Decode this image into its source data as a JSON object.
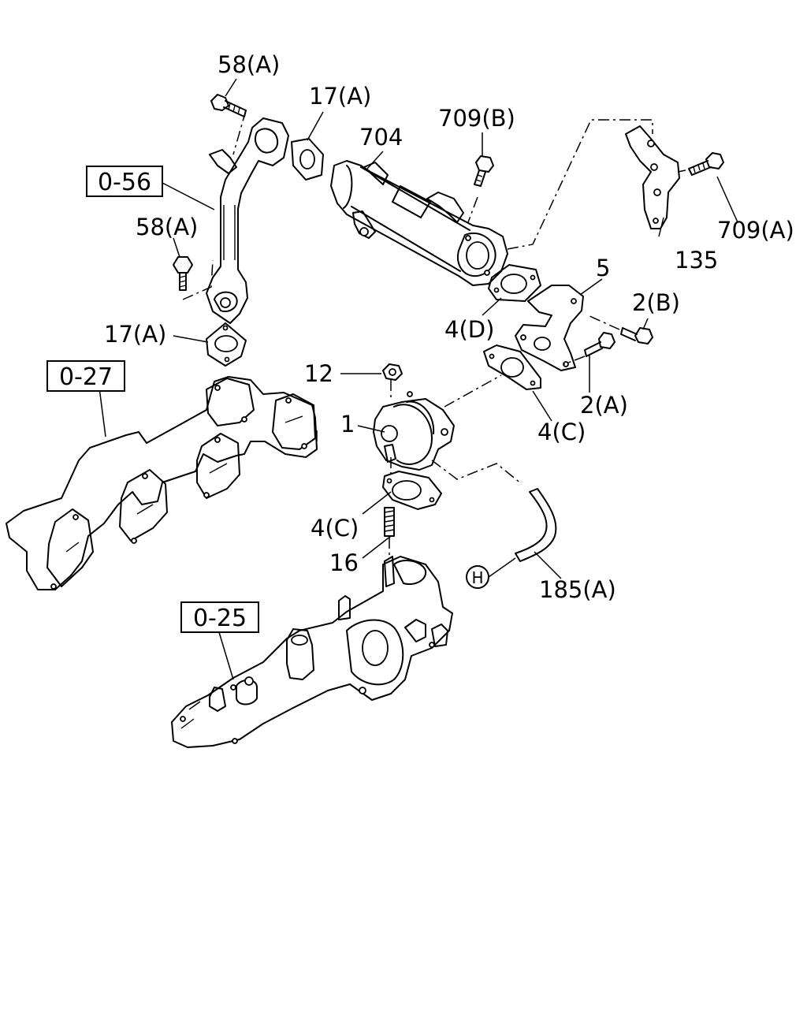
{
  "labels": {
    "bolt_58a_top": "58(A)",
    "gasket_17a_top": "17(A)",
    "cooler_704": "704",
    "bolt_709b": "709(B)",
    "ref_056": "0-56",
    "bolt_58a_left": "58(A)",
    "bolt_709a": "709(A)",
    "bracket_135": "135",
    "pipe_5": "5",
    "bolt_2b": "2(B)",
    "gasket_4d": "4(D)",
    "gasket_17a_left": "17(A)",
    "nut_12": "12",
    "ref_027": "0-27",
    "valve_1": "1",
    "bolt_2a": "2(A)",
    "gasket_4c_right": "4(C)",
    "gasket_4c_left": "4(C)",
    "stud_16": "16",
    "hose_185a": "185(A)",
    "ref_h": "H",
    "ref_025": "0-25"
  }
}
